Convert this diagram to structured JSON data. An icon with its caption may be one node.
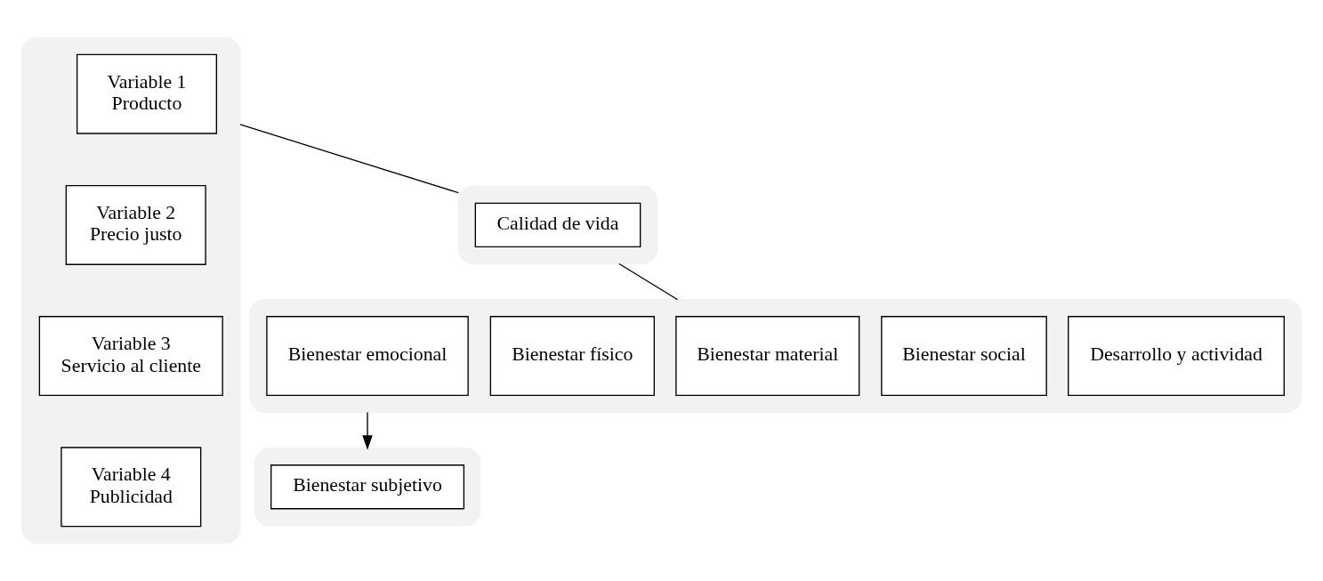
{
  "diagram": {
    "nodes": [
      {
        "text": [],
        "shape": "box"
      },
      {
        "text": [
          "Variable 1",
          "Producto"
        ],
        "in": 0
      },
      {
        "text": [
          "Variable 2",
          "Precio justo"
        ],
        "in": 0
      },
      {
        "text": [
          "Variable 3",
          "Servicio al cliente"
        ],
        "in": 0
      },
      {
        "text": [
          "Variable 4",
          "Publicidad"
        ],
        "in": 0
      },
      {
        "text": [],
        "shape": "box"
      },
      {
        "text": [
          "Calidad de vida"
        ],
        "in": 5
      },
      {
        "text": [],
        "shape": "box"
      },
      {
        "text": [
          "Bienestar emocional"
        ],
        "in": 7
      },
      {
        "text": [
          "Bienestar físico"
        ],
        "in": 7
      },
      {
        "text": [
          "Bienestar material"
        ],
        "in": 7
      },
      {
        "text": [
          "Bienestar social"
        ],
        "in": 7
      },
      {
        "text": [
          "Desarrollo y actividad"
        ],
        "in": 7
      },
      {
        "text": [],
        "shape": "box"
      },
      {
        "text": [
          "Bienestar subjetivo"
        ],
        "in": 13
      }
    ],
    "edges": [
      {
        "from": 0,
        "to": 5,
        "arrow": "none"
      },
      {
        "from": 5,
        "to": 7,
        "arrow": "none"
      },
      {
        "from": 7,
        "to": 13,
        "arrow": "to"
      }
    ]
  }
}
